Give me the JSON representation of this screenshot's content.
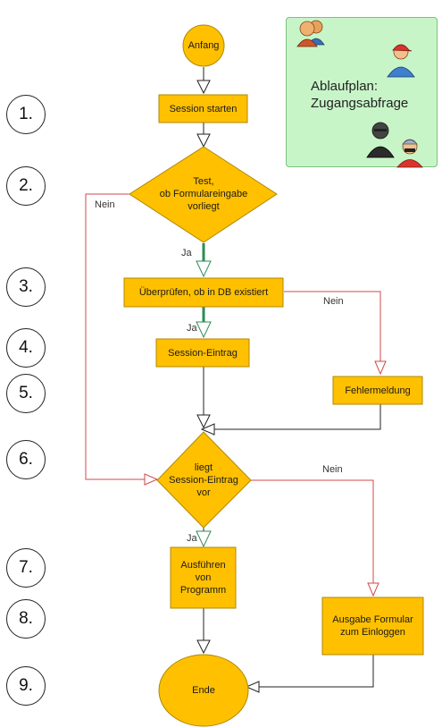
{
  "nodes": {
    "start": "Anfang",
    "session_start": "Session starten",
    "test": "Test,\nob Formulareingabe\nvorliegt",
    "check_db": "Überprüfen, ob in DB existiert",
    "session_entry": "Session-Eintrag",
    "error": "Fehlermeldung",
    "session_check": "liegt\nSession-Eintrag\nvor",
    "run": "Ausführen\nvon\nProgramm",
    "login_form": "Ausgabe Formular\nzum Einloggen",
    "end": "Ende"
  },
  "edges": {
    "test_yes": "Ja",
    "test_no": "Nein",
    "db_yes": "Ja",
    "db_no": "Nein",
    "session_yes": "Ja",
    "session_no": "Nein"
  },
  "steps": [
    "1.",
    "2.",
    "3.",
    "4.",
    "5.",
    "6.",
    "7.",
    "8.",
    "9."
  ],
  "legend": {
    "title": "Ablaufplan:\nZugangsabfrage"
  },
  "colors": {
    "node_fill": "#ffc000",
    "node_border": "#b08800",
    "no_path": "#d24848",
    "yes_path": "#2e8b57",
    "legend_fill": "#c8f5c8"
  }
}
